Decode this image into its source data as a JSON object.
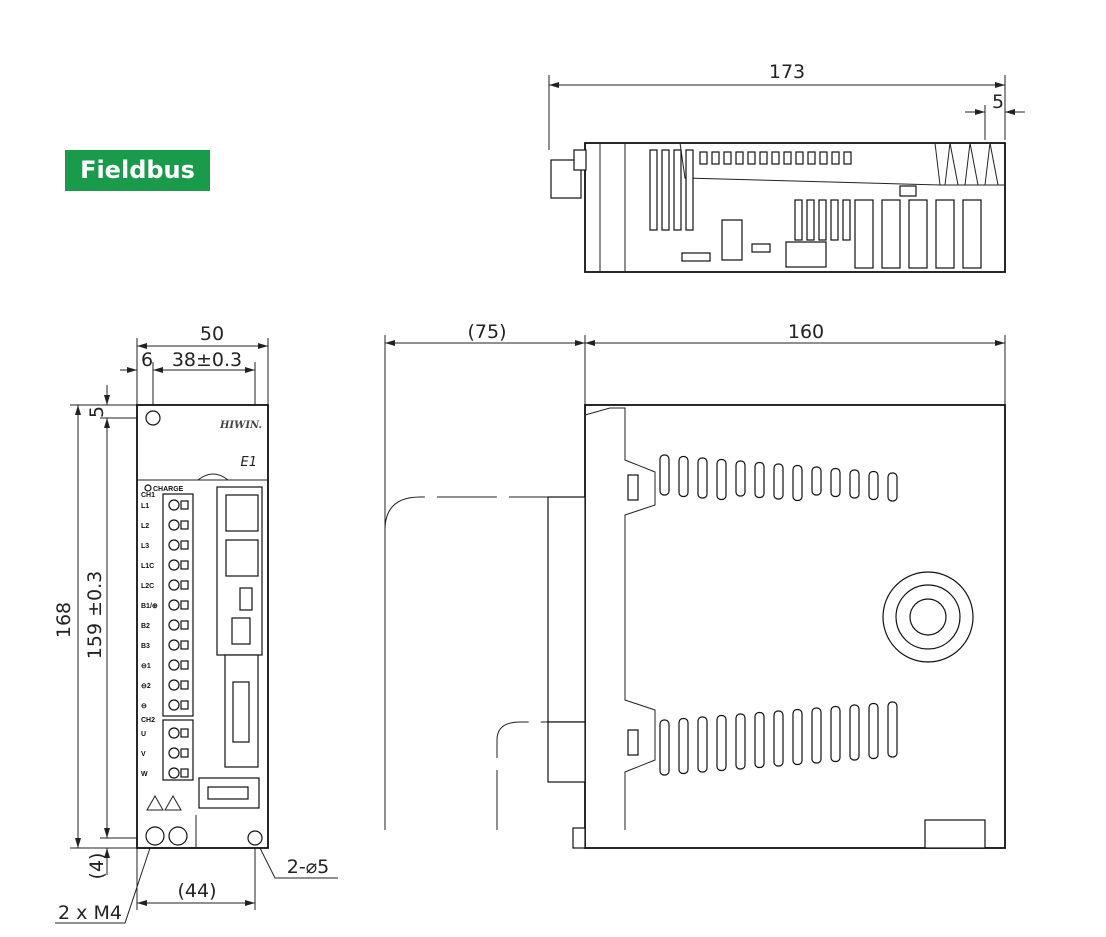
{
  "badge": {
    "label": "Fieldbus",
    "color": "#1a9b4b"
  },
  "top_view": {
    "width_dim": "173",
    "fin_dim": "5"
  },
  "front_view": {
    "width_dim": "50",
    "offset_dim": "6",
    "hole_pitch_dim": "38±0.3",
    "top_hole_dim": "5",
    "height_dim": "168",
    "hole_height_dim": "159 ±0.3",
    "bottom_dim": "(4)",
    "bottom_width_dim": "(44)",
    "screw_label": "2 x M4",
    "hole_label": "2-⌀5",
    "brand": "HIWIN.",
    "model": "E1",
    "charge_label": "CHARGE",
    "ch1_label": "CH1",
    "ch2_label": "CH2",
    "ch1_terminals": [
      "L1",
      "L2",
      "L3",
      "L1C",
      "L2C",
      "B1/⊕",
      "B2",
      "B3",
      "⊖1",
      "⊖2",
      "⊖"
    ],
    "ch2_terminals": [
      "U",
      "V",
      "W"
    ]
  },
  "side_view": {
    "cable_dim": "(75)",
    "depth_dim": "160"
  }
}
